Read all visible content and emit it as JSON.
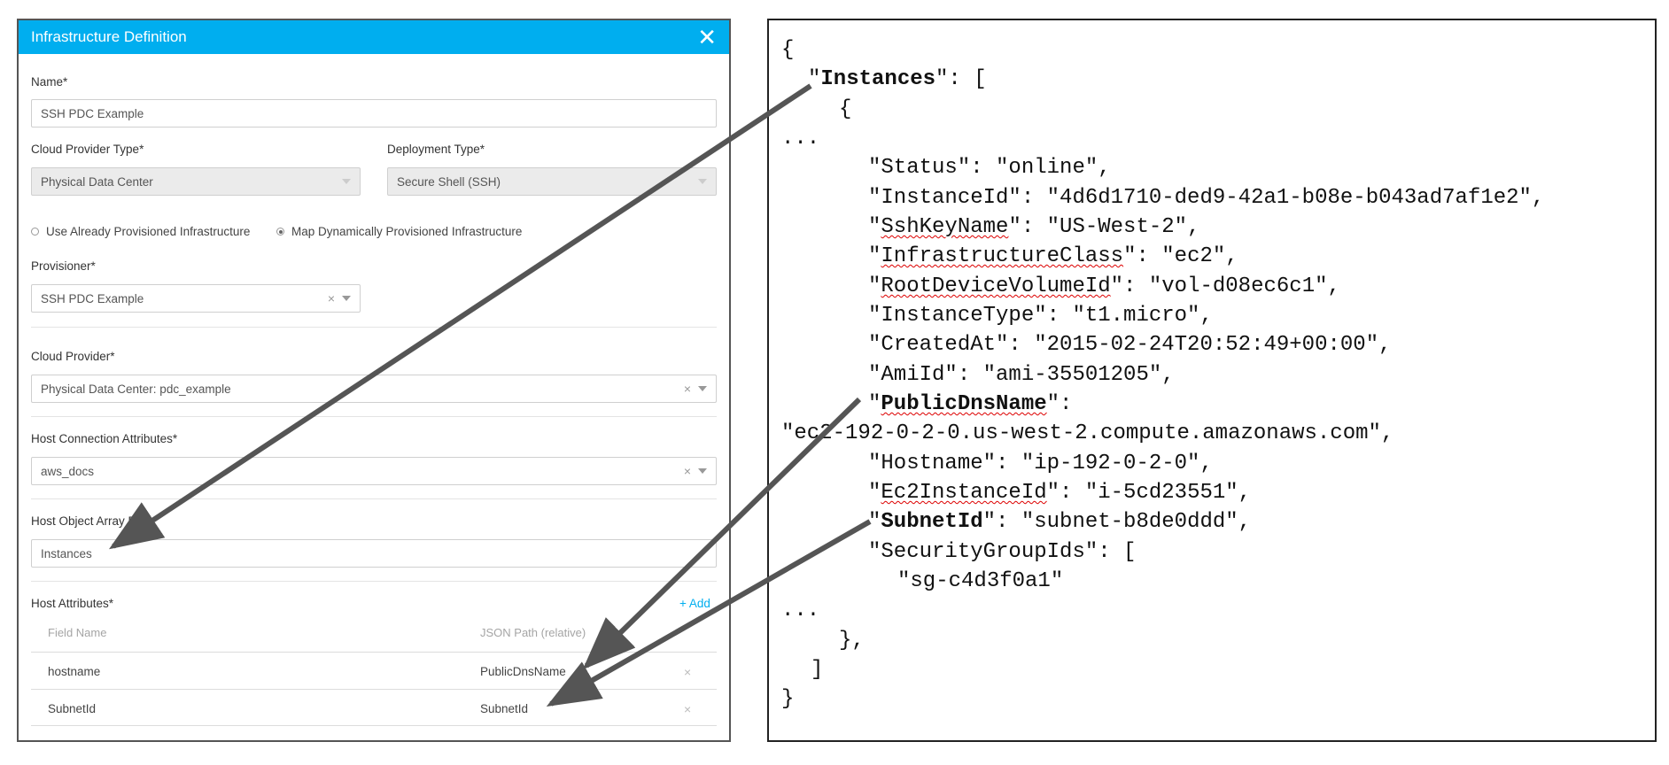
{
  "dialog": {
    "title": "Infrastructure Definition",
    "close_icon": "close-icon",
    "name_label": "Name*",
    "name_value": "SSH PDC Example",
    "cloud_provider_type_label": "Cloud Provider Type*",
    "cloud_provider_type_value": "Physical Data Center",
    "deployment_type_label": "Deployment Type*",
    "deployment_type_value": "Secure Shell (SSH)",
    "radio_already": "Use Already Provisioned Infrastructure",
    "radio_dynamic": "Map Dynamically Provisioned Infrastructure",
    "provisioner_label": "Provisioner*",
    "provisioner_value": "SSH PDC Example",
    "cloud_provider_label": "Cloud Provider*",
    "cloud_provider_value": "Physical Data Center: pdc_example",
    "host_connection_label": "Host Connection Attributes*",
    "host_connection_value": "aws_docs",
    "host_object_label": "Host Object Array Path*",
    "host_object_value": "Instances",
    "host_attributes_label": "Host Attributes*",
    "add_label": "+ Add",
    "table": {
      "col_field": "Field Name",
      "col_json": "JSON Path (relative)",
      "rows": [
        {
          "field": "hostname",
          "json": "PublicDnsName"
        },
        {
          "field": "SubnetId",
          "json": "SubnetId"
        }
      ]
    },
    "clear_symbol": "×",
    "accent": "#00aeef"
  },
  "json": {
    "l_open": "{",
    "l_instances_q1": "\"",
    "l_instances_key": "Instances",
    "l_instances_rest": "\": [",
    "l_obj_open": "{",
    "l_ellipsis1": "...",
    "l_status": "\"Status\": \"online\",",
    "l_instanceid": "\"InstanceId\": \"4d6d1710-ded9-42a1-b08e-b043ad7af1e2\",",
    "l_sshkey_key": "SshKeyName",
    "l_sshkey_rest": "\": \"US-West-2\",",
    "l_infra_key": "InfrastructureClass",
    "l_infra_rest": "\": \"ec2\",",
    "l_rootdev_key": "RootDeviceVolumeId",
    "l_rootdev_rest": "\": \"vol-d08ec6c1\",",
    "l_insttype": "\"InstanceType\": \"t1.micro\",",
    "l_created": "\"CreatedAt\": \"2015-02-24T20:52:49+00:00\",",
    "l_ami": "\"AmiId\": \"ami-35501205\",",
    "l_pubdns_key": "PublicDnsName",
    "l_pubdns_rest": "\":",
    "l_pubdns_value": "\"ec2-192-0-2-0.us-west-2.compute.amazonaws.com\",",
    "l_hostname": "\"Hostname\": \"ip-192-0-2-0\",",
    "l_ec2_key": "Ec2InstanceId",
    "l_ec2_rest": "\": \"i-5cd23551\",",
    "l_subnet_key": "SubnetId",
    "l_subnet_rest": "\": \"subnet-b8de0ddd\",",
    "l_secgroups": "\"SecurityGroupIds\": [",
    "l_sg": "\"sg-c4d3f0a1\"",
    "l_ellipsis2": "...",
    "l_obj_close": "},",
    "l_arr_close": "]",
    "l_close": "}",
    "quote": "\""
  },
  "arrow_color": "#555555"
}
